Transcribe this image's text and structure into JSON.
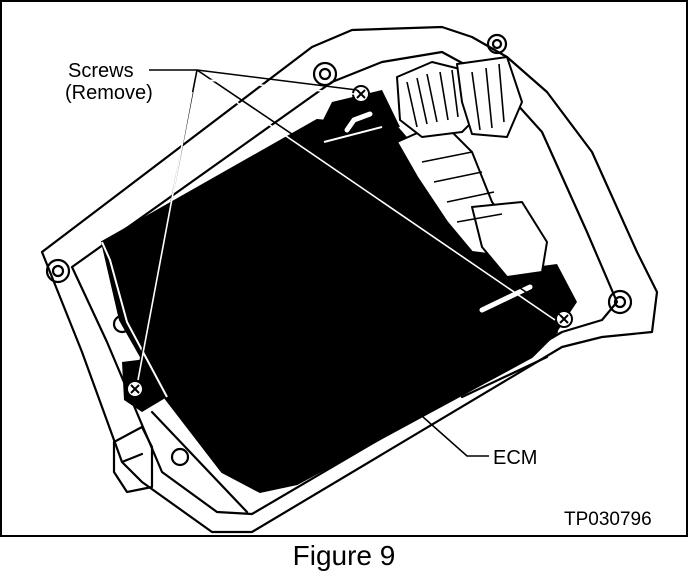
{
  "callouts": {
    "screws_line1": "Screws",
    "screws_line2": "(Remove)",
    "ecm": "ECM"
  },
  "figure_code": "TP030796",
  "caption": "Figure 9",
  "colors": {
    "ink": "#000000",
    "paper": "#ffffff",
    "module_fill": "#000000"
  }
}
